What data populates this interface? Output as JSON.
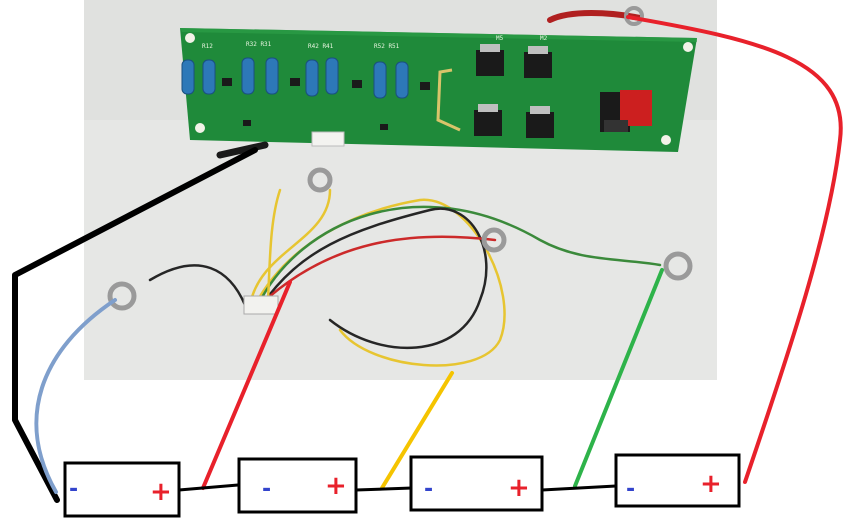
{
  "figure": {
    "description": "Photo of a battery balancer PCB with sense wires, overlaid with a wiring diagram to four series-connected cells"
  },
  "cells": [
    {
      "minus": "-",
      "plus": "+"
    },
    {
      "minus": "-",
      "plus": "+"
    },
    {
      "minus": "-",
      "plus": "+"
    },
    {
      "minus": "-",
      "plus": "+"
    }
  ],
  "wires": [
    {
      "name": "black-wire",
      "color": "#000000"
    },
    {
      "name": "blue-wire",
      "color": "#7f9fcc"
    },
    {
      "name": "red-wire-cell1",
      "color": "#e8212b"
    },
    {
      "name": "yellow-wire",
      "color": "#f5c400"
    },
    {
      "name": "green-wire",
      "color": "#2eb34a"
    },
    {
      "name": "red-wire-main",
      "color": "#e8212b"
    }
  ],
  "colors": {
    "pcb": "#1f8a3a",
    "photo_background": "#e7e8e6",
    "cell_border": "#000000"
  }
}
